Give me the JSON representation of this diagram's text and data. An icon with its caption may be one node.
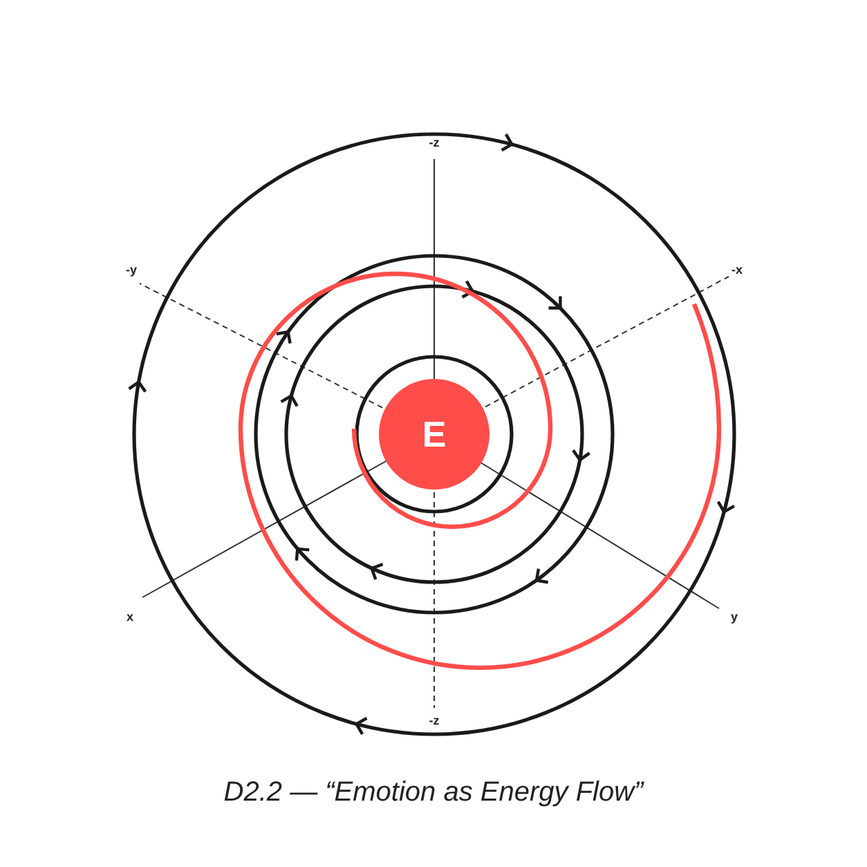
{
  "diagram": {
    "caption": "D2.2 — “Emotion as Energy Flow”",
    "nodes": [
      {
        "text": [
          "E"
        ]
      }
    ],
    "labels": [
      "-z",
      "-y",
      "-x",
      "x",
      "y",
      "-z"
    ]
  }
}
